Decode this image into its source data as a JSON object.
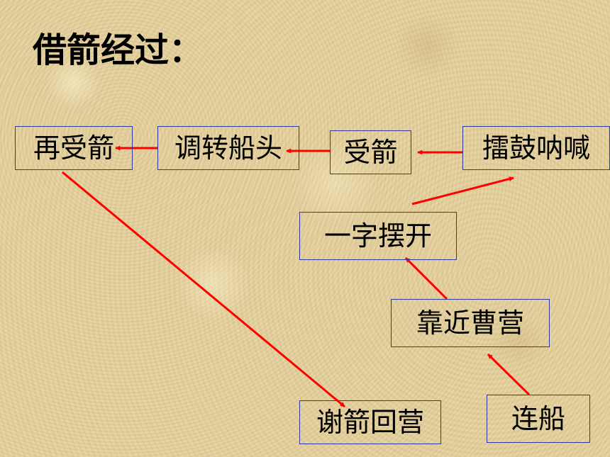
{
  "title": "借箭经过：",
  "colors": {
    "arrow": "#ff0000",
    "node_border": "#2c3aa0",
    "text": "#000000",
    "background": "#e2cf9c"
  },
  "nodes": [
    {
      "id": "zaishoujian",
      "label": "再受箭"
    },
    {
      "id": "tiaozhuan",
      "label": "调转船头"
    },
    {
      "id": "shoujian",
      "label": "受箭"
    },
    {
      "id": "leigu",
      "label": "擂鼓呐喊"
    },
    {
      "id": "yizi",
      "label": "一字摆开"
    },
    {
      "id": "kaojin",
      "label": "靠近曹营"
    },
    {
      "id": "xiejian",
      "label": "谢箭回营"
    },
    {
      "id": "lianchuan",
      "label": "连船"
    }
  ],
  "edges": [
    {
      "from": "lianchuan",
      "to": "kaojin"
    },
    {
      "from": "kaojin",
      "to": "yizi"
    },
    {
      "from": "yizi",
      "to": "leigu"
    },
    {
      "from": "leigu",
      "to": "shoujian"
    },
    {
      "from": "shoujian",
      "to": "tiaozhuan"
    },
    {
      "from": "tiaozhuan",
      "to": "zaishoujian"
    },
    {
      "from": "zaishoujian",
      "to": "xiejian"
    }
  ]
}
